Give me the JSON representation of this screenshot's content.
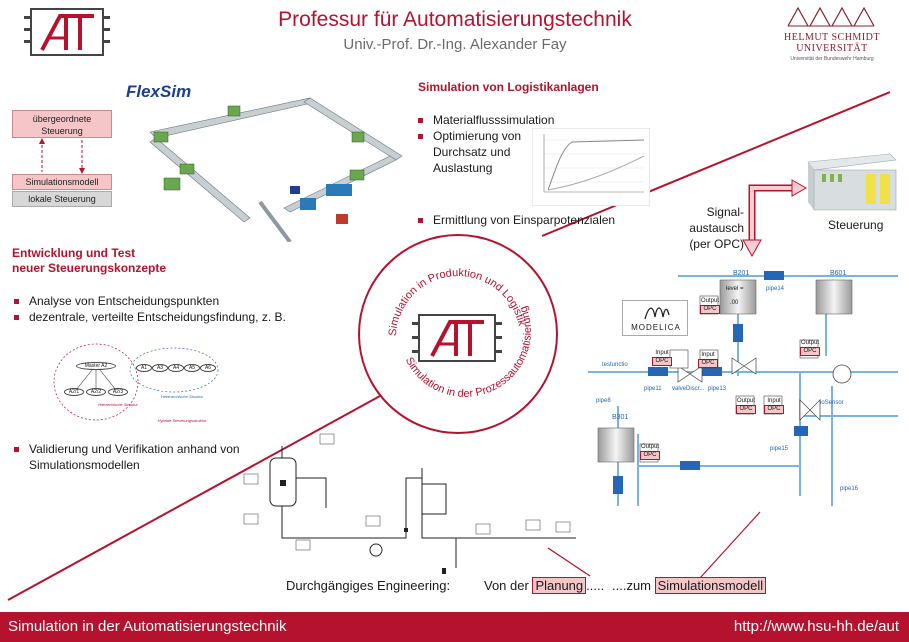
{
  "header": {
    "title": "Professur für Automatisierungstechnik",
    "subtitle": "Univ.-Prof. Dr.-Ing. Alexander Fay",
    "logo_text": "AT",
    "university": {
      "line1": "HELMUT SCHMIDT",
      "line2": "UNIVERSITÄT",
      "line3": "Universität der Bundeswehr Hamburg"
    }
  },
  "flexsim_logo": "FlexSim",
  "logistics": {
    "heading": "Simulation von Logistikanlagen",
    "bullets": [
      "Materialflusssimulation",
      "Optimierung von Durchsatz und Auslastung",
      "Ermittlung von Einsparpotenzialen"
    ]
  },
  "control_diagram": {
    "top_box": "übergeordnete Steuerung",
    "sim_box": "Simulationsmodell",
    "local_box": "lokale Steuerung"
  },
  "development": {
    "heading_line1": "Entwicklung und Test",
    "heading_line2": "neuer Steuerungskonzepte",
    "bullets": [
      "Analyse von Entscheidungspunkten",
      "dezentrale, verteilte Entscheidungsfindung, z. B.",
      "Validierung und Verifikation anhand von Simulationsmodellen"
    ]
  },
  "agents": {
    "master": "Master A2",
    "subs": [
      "A2/1",
      "A2/2",
      "A2/3"
    ],
    "peers": [
      "A1",
      "A3",
      "A4",
      "A5",
      "A6"
    ],
    "label_hier": "Hierarchische Struktur",
    "label_hetero": "Heterarchische Struktur",
    "label_hybrid": "Hybride Steuerungsstruktur"
  },
  "circle": {
    "arc_top": "Simulation in Produktion und Logistik",
    "arc_bottom": "Simulation in der Prozessautomatisierung"
  },
  "signal": {
    "line1": "Signal-",
    "line2": "austausch",
    "line3": "(per OPC)",
    "controller": "Steuerung"
  },
  "modelica": {
    "logo": "MODELICA",
    "tanks": [
      "B201",
      "B601",
      "B301"
    ],
    "labels": [
      "level =",
      ".00",
      "pipe14",
      "testunctio",
      "pipe11",
      "valveDiscr...",
      "pipe13",
      "pipe15",
      "pipe16",
      "pipe8",
      "ioSensor"
    ],
    "io_output": "Output",
    "io_input": "Input",
    "opc": "OPC"
  },
  "bottom": {
    "engineering": "Durchgängiges Engineering:",
    "from_pre": "Von der ",
    "from_hl": "Planung",
    "from_post": ".....",
    "to_pre": "....zum ",
    "to_hl": "Simulationsmodell"
  },
  "footer": {
    "left": "Simulation in der Automatisierungstechnik",
    "right": "http://www.hsu-hh.de/aut"
  },
  "colors": {
    "accent": "#b5122e",
    "pink": "#f4c6c8",
    "pipe": "#7ab3e0"
  }
}
